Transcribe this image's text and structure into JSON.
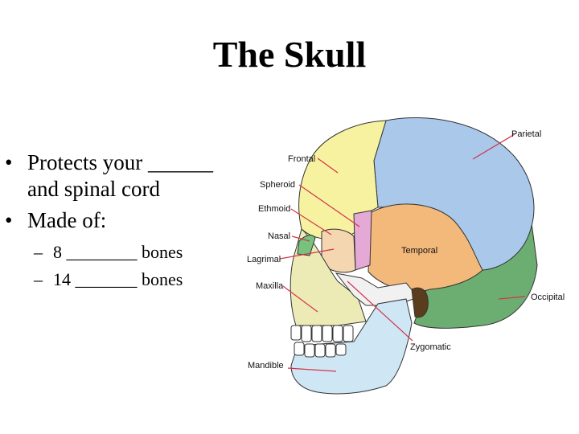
{
  "slide": {
    "title": "The Skull",
    "bullets": [
      {
        "text": "Protects your ______ and spinal cord"
      },
      {
        "text": "Made of:"
      }
    ],
    "sub_bullets": [
      {
        "text": "8 ________ bones"
      },
      {
        "text": "14 _______ bones"
      }
    ],
    "bullet_glyph": "•",
    "dash_glyph": "–"
  },
  "diagram": {
    "labels": {
      "frontal": "Frontal",
      "parietal": "Parietal",
      "spheroid": "Spheroid",
      "ethmoid": "Ethmoid",
      "nasal": "Nasal",
      "lagrimal": "Lagrimal",
      "temporal": "Temporal",
      "maxilla": "Maxilla",
      "occipital": "Occipital",
      "zygomatic": "Zygomatic",
      "mandible": "Mandible"
    },
    "colors": {
      "frontal": "#f6f2a0",
      "parietal": "#a9c8ea",
      "temporal": "#f3b97a",
      "spheroid": "#e4a9d4",
      "occipital": "#6cae72",
      "maxilla": "#ecebb6",
      "mandible": "#cfe6f4",
      "nasal": "#77c27d",
      "zygomatic": "#f1f1f1",
      "pointer": "#d3344a"
    }
  }
}
